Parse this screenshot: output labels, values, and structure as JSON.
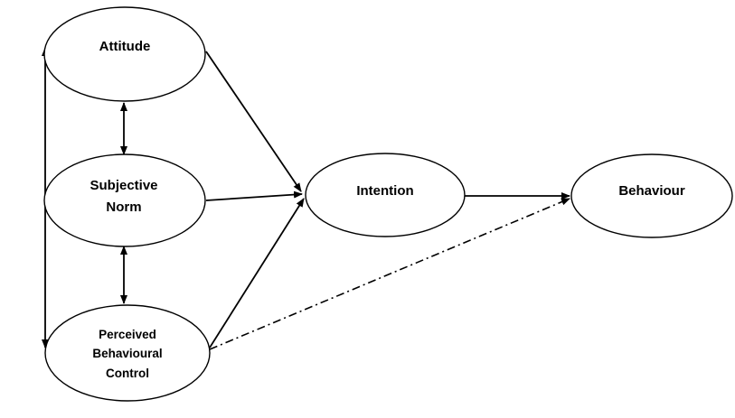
{
  "diagram": {
    "nodes": {
      "attitude": {
        "label": "Attitude"
      },
      "subjective_norm": {
        "line1": "Subjective",
        "line2": "Norm"
      },
      "perceived_behavioural_control": {
        "line1": "Perceived",
        "line2": "Behavioural",
        "line3": "Control"
      },
      "intention": {
        "label": "Intention"
      },
      "behaviour": {
        "label": "Behaviour"
      }
    }
  }
}
